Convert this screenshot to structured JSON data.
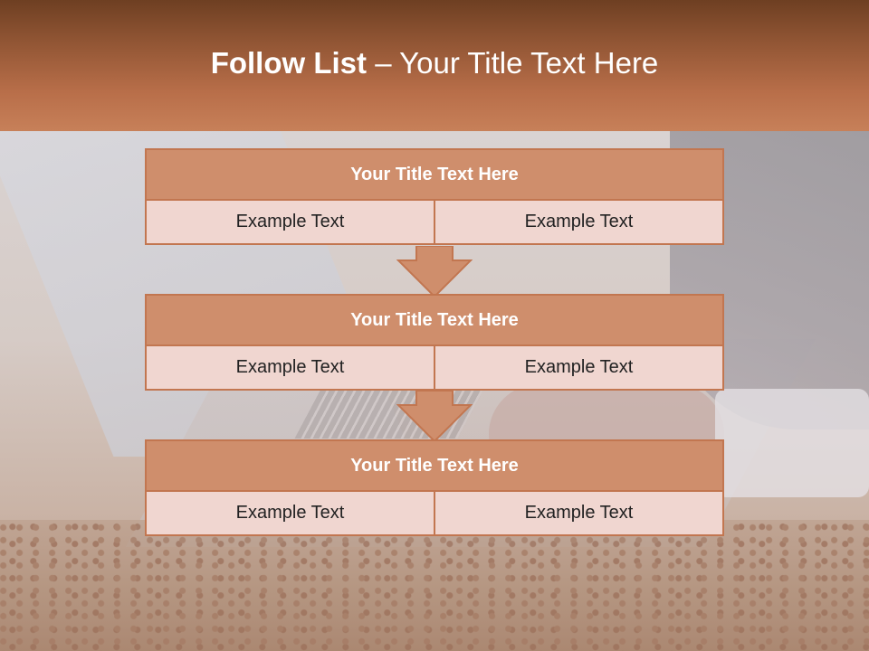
{
  "header": {
    "title_bold": "Follow List",
    "title_rest": "– Your Title Text Here"
  },
  "colors": {
    "header_brown": "#8f5433",
    "card_title_fill": "#cf8e6c",
    "card_cell_fill": "#f0d6d0",
    "border": "#c27650"
  },
  "steps": [
    {
      "title": "Your Title Text Here",
      "left": "Example Text",
      "right": "Example Text"
    },
    {
      "title": "Your Title Text Here",
      "left": "Example Text",
      "right": "Example Text"
    },
    {
      "title": "Your Title Text Here",
      "left": "Example Text",
      "right": "Example Text"
    }
  ]
}
